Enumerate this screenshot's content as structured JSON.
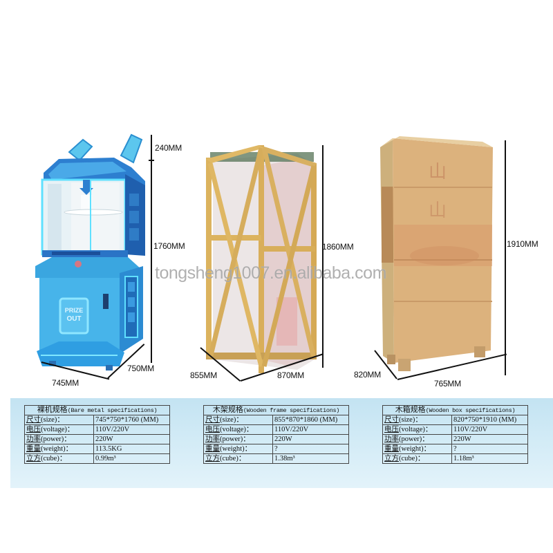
{
  "watermark": "tongsheng1007.en.alibaba.com",
  "products": [
    {
      "name": "bare-metal-machine",
      "dimensions": {
        "top_extension": "240MM",
        "height": "1760MM",
        "depth": "750MM",
        "width": "745MM"
      },
      "panel_text": "PRIZE OUT"
    },
    {
      "name": "wooden-frame",
      "dimensions": {
        "height": "1860MM",
        "depth": "855MM",
        "width": "870MM"
      }
    },
    {
      "name": "wooden-box",
      "dimensions": {
        "height": "1910MM",
        "depth": "820MM",
        "width": "765MM"
      }
    }
  ],
  "tables": [
    {
      "title_cn": "裸机规格",
      "title_en": "(Bare metal specifications)",
      "rows": [
        {
          "label_cn": "尺寸",
          "label_en": "(size)：",
          "value": "745*750*1760 (MM)"
        },
        {
          "label_cn": "电压",
          "label_en": "(voltage)：",
          "value": "110V/220V"
        },
        {
          "label_cn": "功率",
          "label_en": "(power)：",
          "value": "220W"
        },
        {
          "label_cn": "重量",
          "label_en": "(weight)：",
          "value": "113.5KG"
        },
        {
          "label_cn": "立方",
          "label_en": "(cube)：",
          "value": "0.99m³"
        }
      ]
    },
    {
      "title_cn": "木架规格",
      "title_en": "(Wooden frame specifications)",
      "rows": [
        {
          "label_cn": "尺寸",
          "label_en": "(size)：",
          "value": "855*870*1860 (MM)"
        },
        {
          "label_cn": "电压",
          "label_en": "(voltage)：",
          "value": "110V/220V"
        },
        {
          "label_cn": "功率",
          "label_en": "(power)：",
          "value": "220W"
        },
        {
          "label_cn": "重量",
          "label_en": "(weight)：",
          "value": "?"
        },
        {
          "label_cn": "立方",
          "label_en": "(cube)：",
          "value": "1.38m³"
        }
      ]
    },
    {
      "title_cn": "木箱规格",
      "title_en": "(Wooden box specifications)",
      "rows": [
        {
          "label_cn": "尺寸",
          "label_en": "(size)：",
          "value": "820*750*1910 (MM)"
        },
        {
          "label_cn": "电压",
          "label_en": "(voltage)：",
          "value": "110V/220V"
        },
        {
          "label_cn": "功率",
          "label_en": "(power)：",
          "value": "220W"
        },
        {
          "label_cn": "重量",
          "label_en": "(weight)：",
          "value": "?"
        },
        {
          "label_cn": "立方",
          "label_en": "(cube)：",
          "value": "1.18m³"
        }
      ]
    }
  ],
  "colors": {
    "machine_blue": "#3aa6e0",
    "machine_dark_blue": "#1e6fb8",
    "machine_glow": "#5fe0ff",
    "wood_frame": "#d9b25e",
    "wood_box": "#d8ae79",
    "band": "#cde8f4"
  }
}
